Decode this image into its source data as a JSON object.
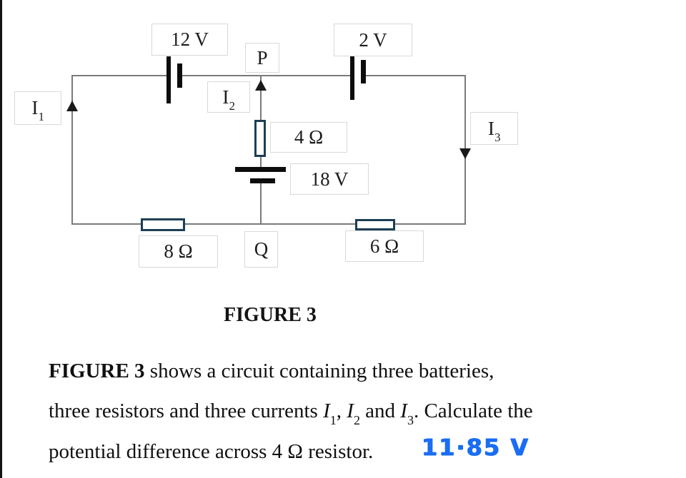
{
  "colors": {
    "wire": "#7a7a7a",
    "resistor_border": "#1c3f54",
    "answer_blue": "#1a6df3"
  },
  "circuit": {
    "battery12_label": "12 V",
    "battery2_label": "2 V",
    "battery18_label": "18 V",
    "resistor4_label": "4 Ω",
    "resistor8_label": "8 Ω",
    "resistor6_label": "6 Ω",
    "node_p": "P",
    "node_q": "Q",
    "current1": {
      "base": "I",
      "sub": "1"
    },
    "current2": {
      "base": "I",
      "sub": "2"
    },
    "current3": {
      "base": "I",
      "sub": "3"
    }
  },
  "caption": "FIGURE 3",
  "paragraph": {
    "line1_bold": "FIGURE 3",
    "line1_rest": " shows a circuit containing three batteries,",
    "line2_pre": "three resistors and three currents ",
    "current1": {
      "base": "I",
      "sub": "1"
    },
    "sep1": ", ",
    "current2": {
      "base": "I",
      "sub": "2"
    },
    "sep2": " and ",
    "current3": {
      "base": "I",
      "sub": "3"
    },
    "line2_post": ". Calculate the",
    "line3": "potential difference across 4 Ω resistor."
  },
  "annotation": {
    "answer": "11·85 V"
  }
}
